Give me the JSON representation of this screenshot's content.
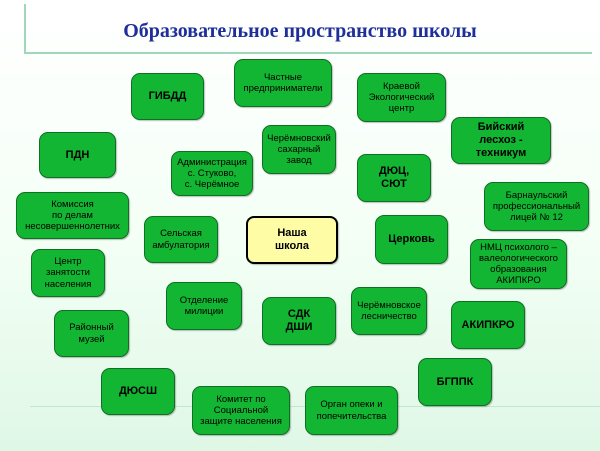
{
  "title": "Образовательное пространство школы",
  "center": "Наша\nшкола",
  "nodes": {
    "gibdd": "ГИБДД",
    "private": "Частные\nпредприниматели",
    "eco": "Краевой\nЭкологический\nцентр",
    "biysk": "Бийский\nлесхоз - техникум",
    "pdn": "ПДН",
    "sugar": "Черёмновский\nсахарный\nзавод",
    "admin": "Администрация\nс. Стуково,\nс. Черёмное",
    "duc": "ДЮЦ,\nСЮТ",
    "barnaul": "Барнаульский\nпрофессиональный\nлицей № 12",
    "commission": "Комиссия\nпо делам\nнесовершеннолетних",
    "ambul": "Сельская\nамбулатория",
    "church": "Церковь",
    "nmc": "НМЦ психолого –\nвалеологического\nобразования\nАКИПКРО",
    "employment": "Центр\nзанятости\nнаселения",
    "police": "Отделение\nмилиции",
    "sdk": "СДК\nДШИ",
    "forestry": "Черёмновское\nлесничество",
    "akipkro": "АКИПКРО",
    "museum": "Районный\nмузей",
    "dyussh": "ДЮСШ",
    "social": "Комитет по\nСоциальной\nзащите населения",
    "guardian": "Орган опеки и\nпопечительства",
    "bgppk": "БГППК"
  }
}
